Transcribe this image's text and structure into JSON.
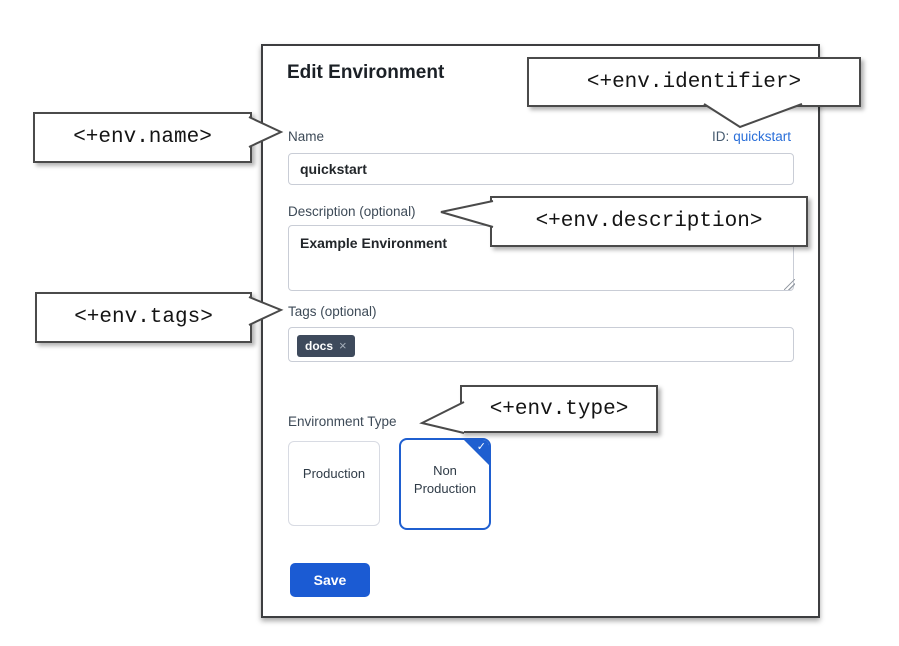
{
  "dialog": {
    "title": "Edit Environment",
    "name": {
      "label": "Name",
      "value": "quickstart"
    },
    "identifier": {
      "label": "ID:",
      "value": "quickstart"
    },
    "description": {
      "label": "Description (optional)",
      "value": "Example Environment"
    },
    "tags": {
      "label": "Tags (optional)",
      "chips": [
        {
          "label": "docs",
          "remove": "×"
        }
      ]
    },
    "type": {
      "label": "Environment Type",
      "check_icon": "✓",
      "options": [
        {
          "label": "Production",
          "selected": false
        },
        {
          "label": "Non Production",
          "selected": true
        }
      ]
    },
    "save": "Save"
  },
  "callouts": {
    "name": "<+env.name>",
    "identifier": "<+env.identifier>",
    "description": "<+env.description>",
    "tags": "<+env.tags>",
    "type": "<+env.type>"
  },
  "colors": {
    "accent_blue": "#1b5bd3",
    "link_blue": "#2a6fd9",
    "selected_card_border": "#1f5fd0",
    "tag_chip_bg": "#3e4a5c",
    "label_text": "#3d4a57"
  }
}
